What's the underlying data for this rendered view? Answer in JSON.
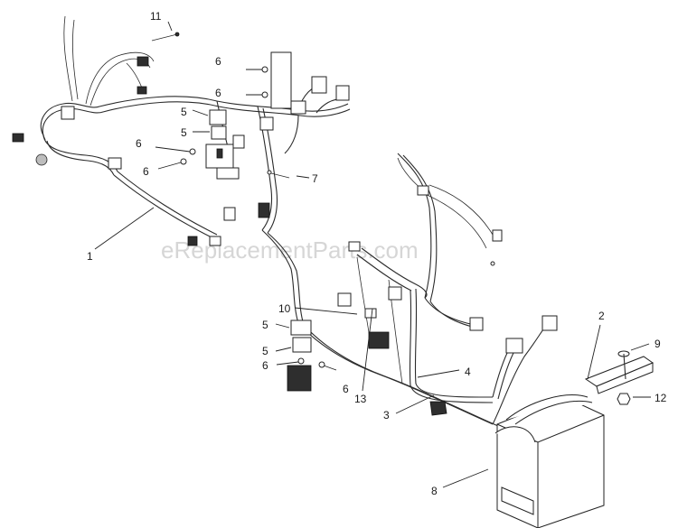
{
  "watermark": "eReplacementParts.com",
  "callouts": [
    {
      "id": "c11",
      "text": "11"
    },
    {
      "id": "c6a",
      "text": "6"
    },
    {
      "id": "c6b",
      "text": "6"
    },
    {
      "id": "c5a",
      "text": "5"
    },
    {
      "id": "c5b",
      "text": "5"
    },
    {
      "id": "c6c",
      "text": "6"
    },
    {
      "id": "c6d",
      "text": "6"
    },
    {
      "id": "c7",
      "text": "7"
    },
    {
      "id": "c1",
      "text": "1"
    },
    {
      "id": "c10",
      "text": "10"
    },
    {
      "id": "c5c",
      "text": "5"
    },
    {
      "id": "c5d",
      "text": "5"
    },
    {
      "id": "c6e",
      "text": "6"
    },
    {
      "id": "c6f",
      "text": "6"
    },
    {
      "id": "c13",
      "text": "13"
    },
    {
      "id": "c4",
      "text": "4"
    },
    {
      "id": "c3",
      "text": "3"
    },
    {
      "id": "c2",
      "text": "2"
    },
    {
      "id": "c9",
      "text": "9"
    },
    {
      "id": "c12",
      "text": "12"
    },
    {
      "id": "c8",
      "text": "8"
    }
  ]
}
